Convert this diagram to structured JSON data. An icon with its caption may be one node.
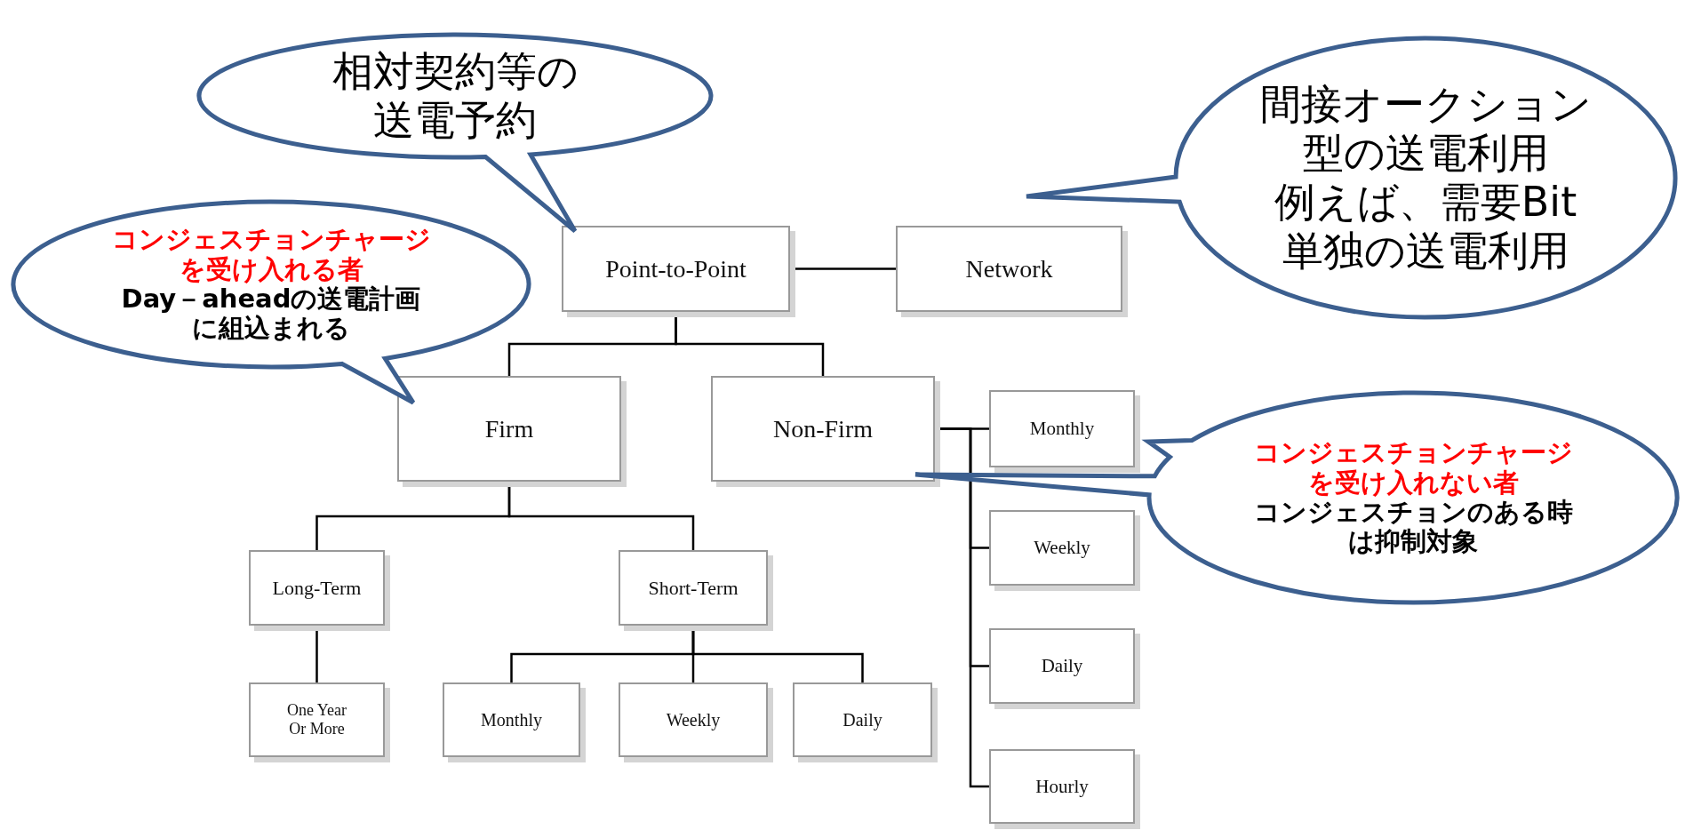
{
  "diagram": {
    "nodes": [
      {
        "text": [
          "Point-to-Point"
        ]
      },
      {
        "text": [
          "Network"
        ]
      },
      {
        "text": [
          "Firm"
        ]
      },
      {
        "text": [
          "Non-Firm"
        ]
      },
      {
        "text": [
          "Long-Term"
        ]
      },
      {
        "text": [
          "Short-Term"
        ]
      },
      {
        "text": [
          "One Year Or More"
        ]
      },
      {
        "text": [
          "Monthly"
        ]
      },
      {
        "text": [
          "Weekly"
        ]
      },
      {
        "text": [
          "Daily"
        ]
      },
      {
        "text": [
          "Monthly"
        ]
      },
      {
        "text": [
          "Weekly"
        ]
      },
      {
        "text": [
          "Daily"
        ]
      },
      {
        "text": [
          "Hourly"
        ]
      },
      {
        "text": [
          "相対契約等の送電予約"
        ]
      },
      {
        "text": [
          "間接オークション型の送電利用",
          "例えば、需要Bit単独の送電利用"
        ]
      },
      {
        "text": [
          "コンジェスチョンチャージを受け入れる者",
          "Day－aheadの送電計画に組込まれる"
        ]
      },
      {
        "text": [
          "コンジェスチョンチャージを受け入れない者",
          "コンジェスチョンのある時は抑制対象"
        ]
      }
    ],
    "edges": [
      {
        "from": 0,
        "to": 1,
        "arrow": "none"
      },
      {
        "from": 0,
        "to": 2,
        "arrow": "none"
      },
      {
        "from": 0,
        "to": 3,
        "arrow": "none"
      },
      {
        "from": 2,
        "to": 4,
        "arrow": "none"
      },
      {
        "from": 2,
        "to": 5,
        "arrow": "none"
      },
      {
        "from": 4,
        "to": 6,
        "arrow": "none"
      },
      {
        "from": 5,
        "to": 7,
        "arrow": "none"
      },
      {
        "from": 5,
        "to": 8,
        "arrow": "none"
      },
      {
        "from": 5,
        "to": 9,
        "arrow": "none"
      },
      {
        "from": 3,
        "to": 10,
        "arrow": "none"
      },
      {
        "from": 3,
        "to": 11,
        "arrow": "none"
      },
      {
        "from": 3,
        "to": 12,
        "arrow": "none"
      },
      {
        "from": 3,
        "to": 13,
        "arrow": "none"
      }
    ]
  }
}
